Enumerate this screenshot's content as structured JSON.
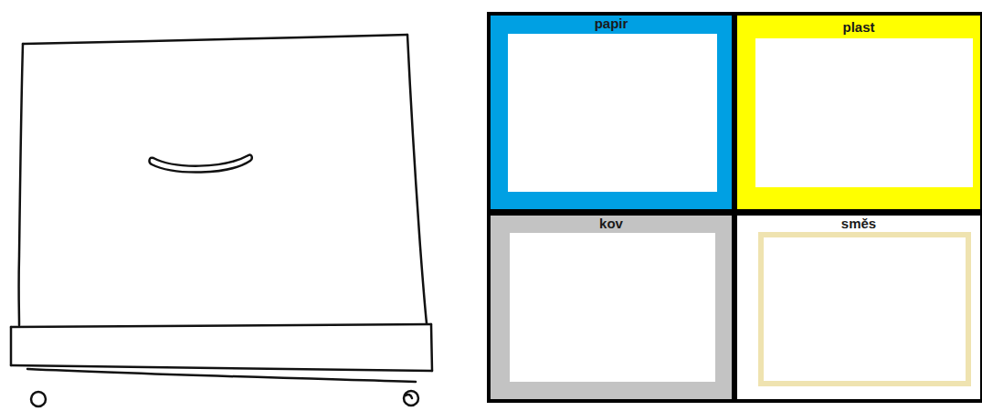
{
  "diagram": {
    "nodes": [
      {
        "text": [
          "papir"
        ]
      },
      {
        "text": [
          "plast"
        ]
      },
      {
        "text": [
          "kov"
        ]
      },
      {
        "text": [
          "směs"
        ]
      }
    ]
  }
}
